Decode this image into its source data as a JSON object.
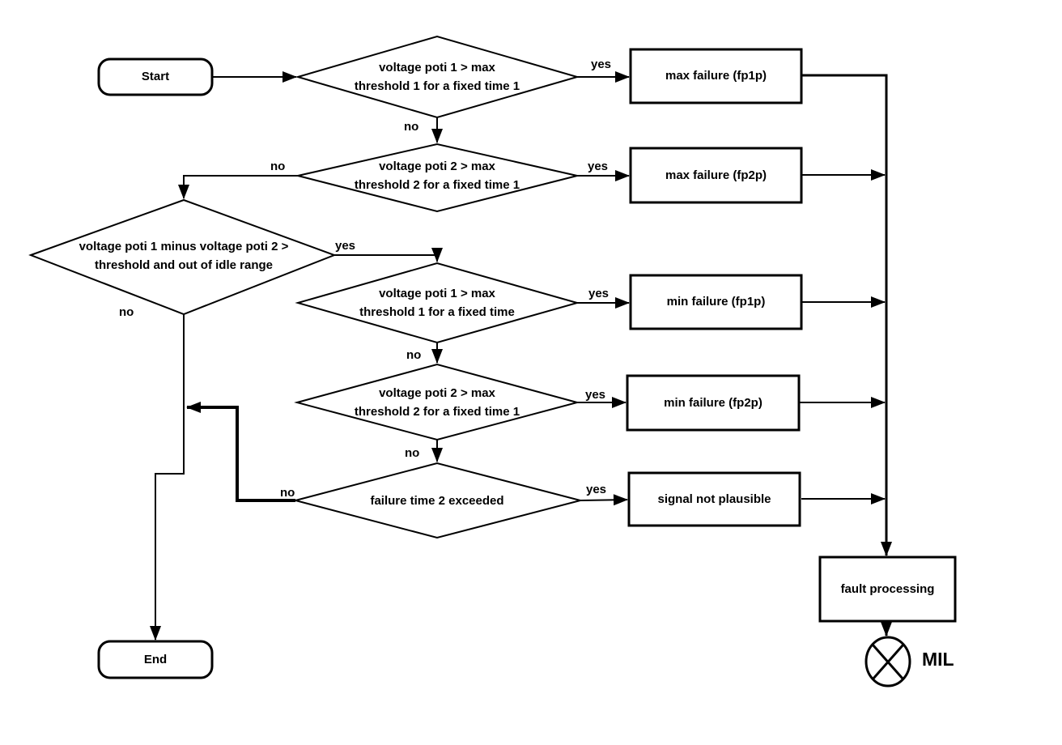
{
  "colors": {
    "line": "#000000",
    "background": "#ffffff",
    "text": "#000000"
  },
  "nodes": {
    "start": {
      "label": "Start"
    },
    "decision_poti1_max_time1": {
      "label": "voltage poti 1 > max\nthreshold 1 for a fixed time 1"
    },
    "box_max_failure_fp1p": {
      "label": "max failure (fp1p)"
    },
    "decision_poti2_max_time1": {
      "label": "voltage poti 2 > max\nthreshold 2 for a fixed time 1"
    },
    "box_max_failure_fp2p": {
      "label": "max failure (fp2p)"
    },
    "decision_poti_difference": {
      "label": "voltage poti 1 minus voltage poti 2 >\nthreshold and out of  idle range"
    },
    "decision_poti1_max_fixed_time": {
      "label": "voltage poti 1 > max\nthreshold 1 for a fixed time"
    },
    "box_min_failure_fp1p": {
      "label": "min failure (fp1p)"
    },
    "decision_poti2_max_time1b": {
      "label": "voltage poti 2 > max\nthreshold 2 for a fixed time 1"
    },
    "box_min_failure_fp2p": {
      "label": "min failure (fp2p)"
    },
    "decision_failure_time2": {
      "label": "failure time 2 exceeded"
    },
    "box_signal_not_plausible": {
      "label": "signal not plausible"
    },
    "box_fault_processing": {
      "label": "fault processing"
    },
    "mil": {
      "label": "MIL"
    },
    "end": {
      "label": "End"
    }
  },
  "edge_labels": {
    "d1_yes": "yes",
    "d1_no": "no",
    "d2_yes": "yes",
    "d2_no": "no",
    "d3_yes": "yes",
    "d3_no": "no",
    "d4_yes": "yes",
    "d4_no": "no",
    "d5_yes": "yes",
    "d5_no": "no",
    "d6_yes": "yes",
    "d6_no": "no"
  }
}
